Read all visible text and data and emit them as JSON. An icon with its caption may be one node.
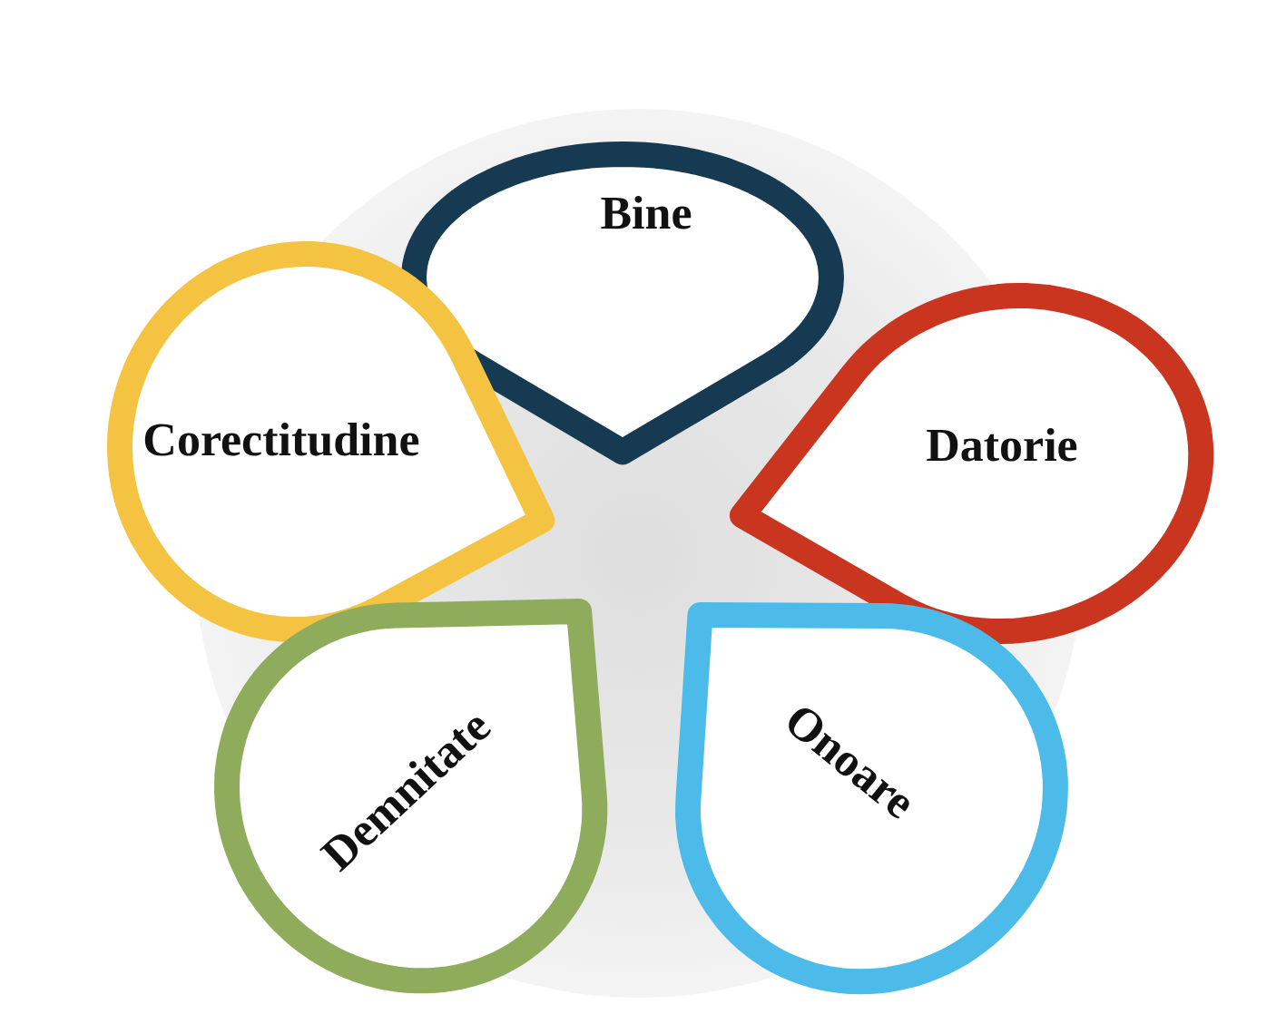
{
  "diagram": {
    "nodes": [
      {
        "text": [
          "Bine"
        ]
      },
      {
        "text": [
          "Corectitudine"
        ]
      },
      {
        "text": [
          "Datorie"
        ]
      },
      {
        "text": [
          "Demnitate"
        ]
      },
      {
        "text": [
          "Onoare"
        ]
      }
    ]
  }
}
